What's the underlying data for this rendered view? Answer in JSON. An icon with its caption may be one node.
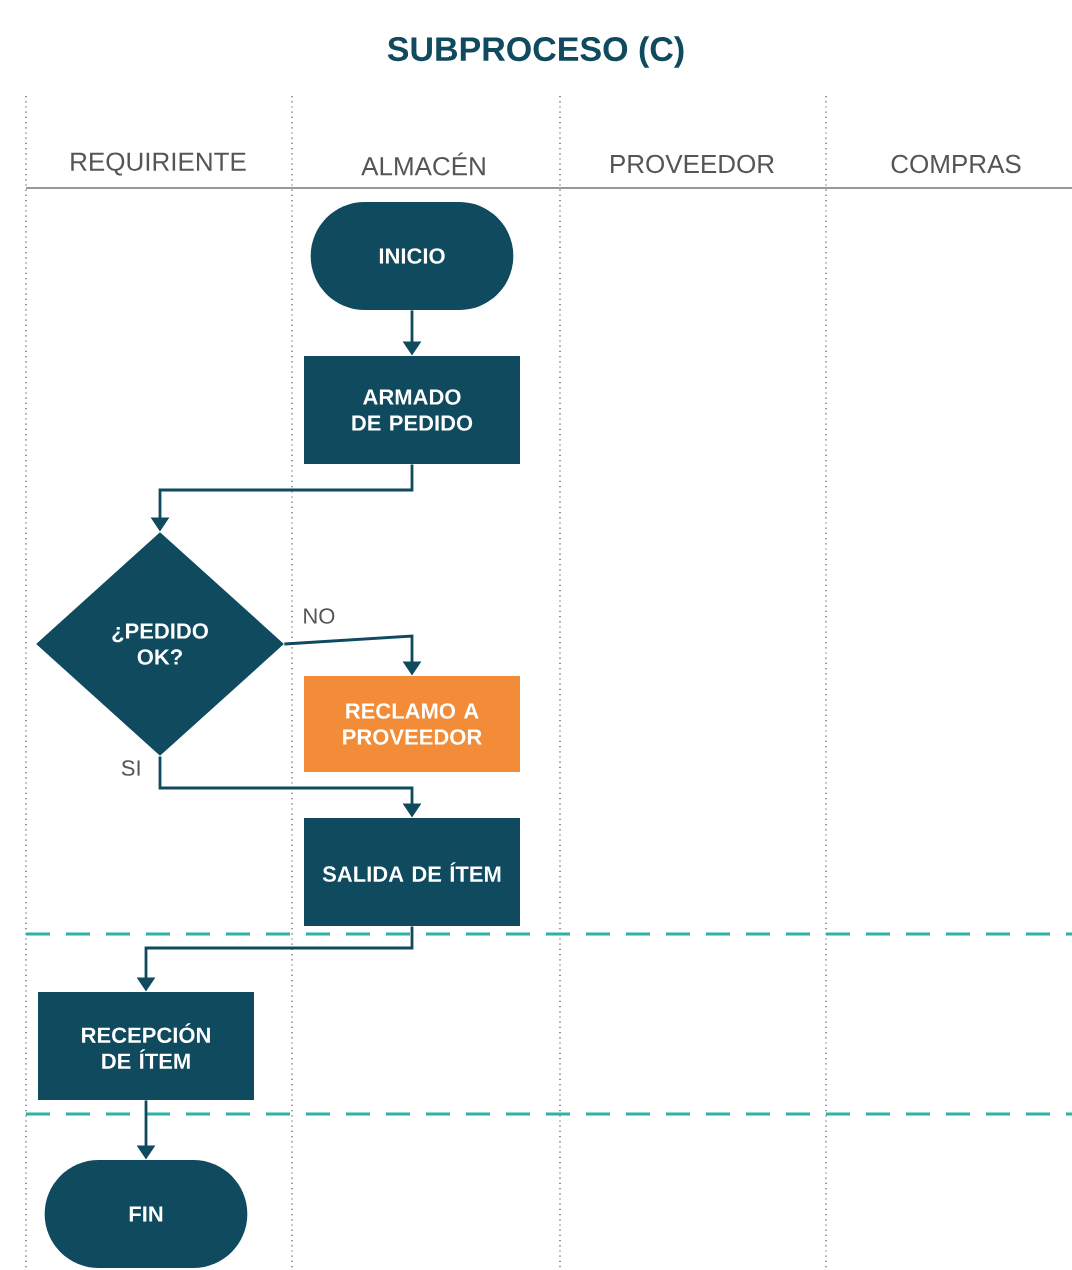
{
  "diagram": {
    "title": "SUBPROCESO (C)",
    "nodes": [
      {
        "text": [
          "INICIO"
        ]
      },
      {
        "text": [
          "ARMADO DE PEDIDO"
        ]
      },
      {
        "text": [
          "¿PEDIDO OK?"
        ]
      },
      {
        "text": [
          "RECLAMO A PROVEEDOR"
        ]
      },
      {
        "text": [
          "SALIDA DE ÍTEM"
        ]
      },
      {
        "text": [
          "RECEPCIÓN DE ÍTEM"
        ]
      },
      {
        "text": [
          "FIN"
        ]
      }
    ],
    "edges": [
      {
        "from": 0,
        "to": 1,
        "arrow": "to"
      },
      {
        "from": 1,
        "to": 2,
        "arrow": "to"
      },
      {
        "from": 2,
        "to": 3,
        "arrow": "to",
        "label": "NO"
      },
      {
        "from": 2,
        "to": 4,
        "arrow": "to",
        "label": "SI"
      },
      {
        "from": 4,
        "to": 5,
        "arrow": "to"
      },
      {
        "from": 5,
        "to": 6,
        "arrow": "to"
      }
    ],
    "labels": [
      "REQUIRIENTE",
      "ALMACÉN",
      "PROVEEDOR",
      "COMPRAS"
    ]
  }
}
